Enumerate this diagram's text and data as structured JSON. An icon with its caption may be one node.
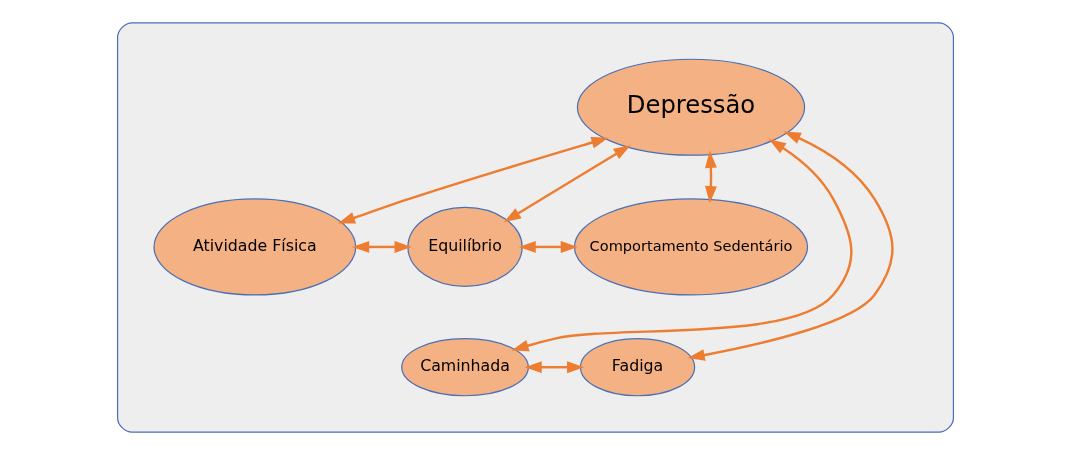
{
  "diagram": {
    "nodes": [
      {
        "text": [],
        "shape": "ellipse"
      },
      {
        "text": [
          "Depressão"
        ],
        "in": 0
      },
      {
        "text": [
          "Atividade Física"
        ],
        "in": 0
      },
      {
        "text": [
          "Comportamento Sedentário"
        ],
        "in": 0
      },
      {
        "text": [
          "Equilíbrio"
        ],
        "in": 0
      },
      {
        "text": [
          "Caminhada"
        ],
        "in": 0
      },
      {
        "text": [
          "Fadiga"
        ],
        "in": 0
      }
    ],
    "edges": [
      {
        "from": 1,
        "to": 2,
        "arrow": "both"
      },
      {
        "from": 1,
        "to": 3,
        "arrow": "both"
      },
      {
        "from": 1,
        "to": 4,
        "arrow": "both"
      },
      {
        "from": 1,
        "to": 5,
        "arrow": "both"
      },
      {
        "from": 1,
        "to": 6,
        "arrow": "both"
      },
      {
        "from": 2,
        "to": 4,
        "arrow": "both"
      },
      {
        "from": 4,
        "to": 3,
        "arrow": "both"
      },
      {
        "from": 5,
        "to": 6,
        "arrow": "both"
      }
    ]
  }
}
